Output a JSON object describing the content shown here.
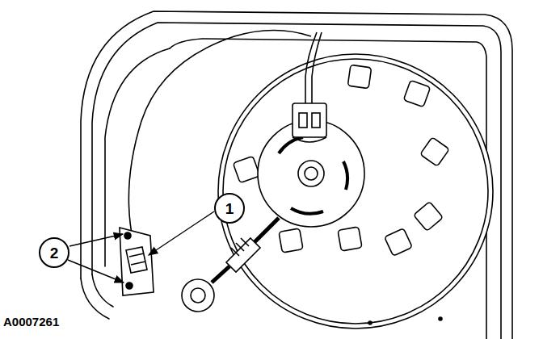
{
  "diagram": {
    "nodes": [
      {
        "text": [
          "1"
        ]
      },
      {
        "text": [
          "2"
        ]
      }
    ],
    "labels": [
      "A0007261"
    ]
  }
}
